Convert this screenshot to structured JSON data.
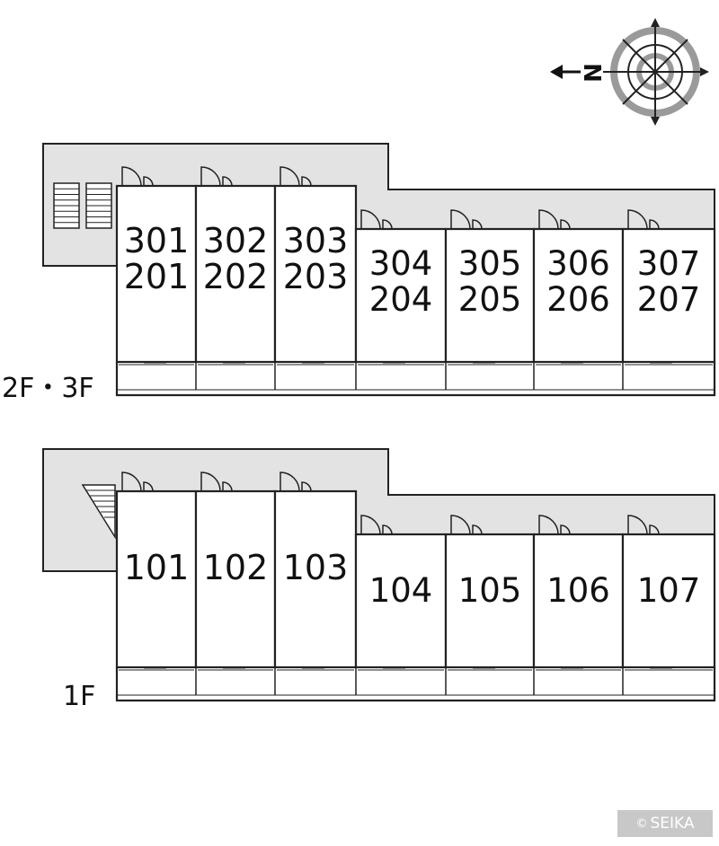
{
  "compass": {
    "north_label": "N",
    "icon": "compass-rose-icon"
  },
  "upper_floor": {
    "label": "2F・3F",
    "units": [
      {
        "top": "301",
        "bottom": "201"
      },
      {
        "top": "302",
        "bottom": "202"
      },
      {
        "top": "303",
        "bottom": "203"
      },
      {
        "top": "304",
        "bottom": "204"
      },
      {
        "top": "305",
        "bottom": "205"
      },
      {
        "top": "306",
        "bottom": "206"
      },
      {
        "top": "307",
        "bottom": "207"
      }
    ]
  },
  "ground_floor": {
    "label": "1F",
    "units": [
      "101",
      "102",
      "103",
      "104",
      "105",
      "106",
      "107"
    ]
  },
  "copyright": {
    "symbol": "©",
    "text": "SEIKA"
  },
  "colors": {
    "corridor": "#e3e3e3",
    "lines": "#222222",
    "compass_ring": "#9a9a9a"
  }
}
